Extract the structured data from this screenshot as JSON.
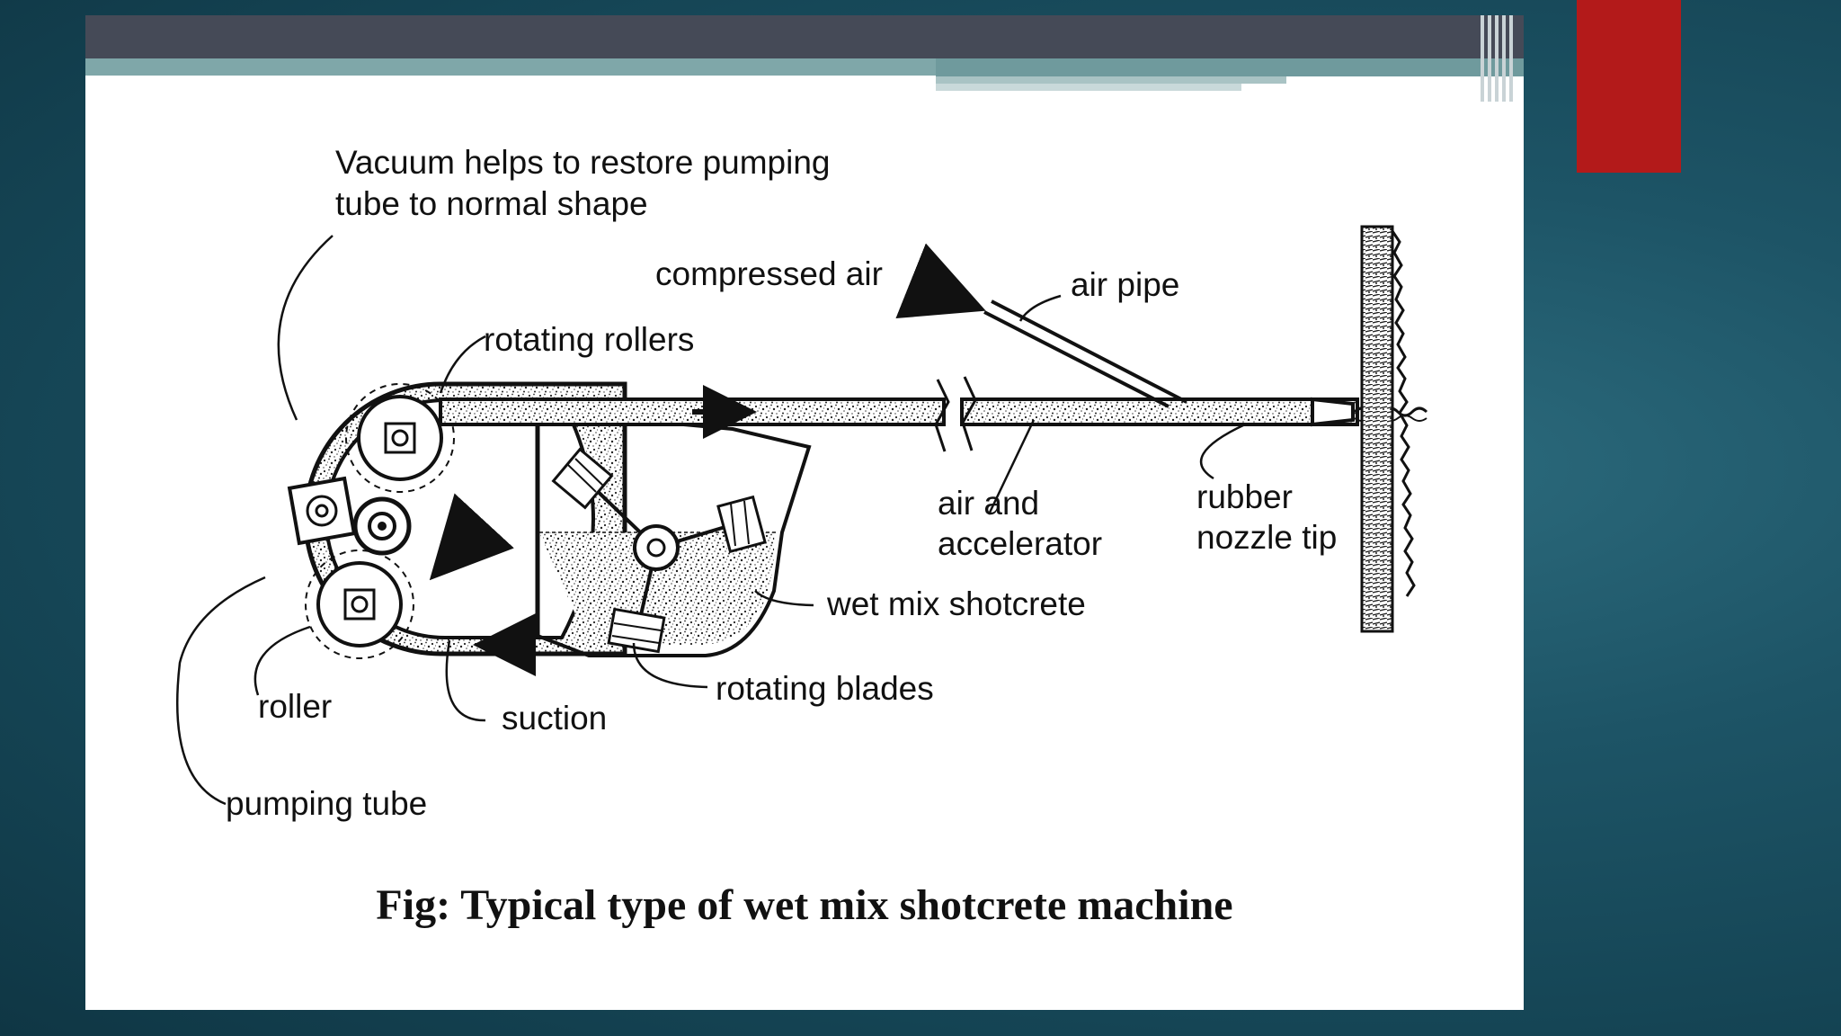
{
  "diagram": {
    "labels": {
      "vacuum_line1": "Vacuum helps to restore pumping",
      "vacuum_line2": "tube to normal shape",
      "compressed_air": "compressed air",
      "air_pipe": "air pipe",
      "rotating_rollers": "rotating rollers",
      "air_and": "air and",
      "accelerator": "accelerator",
      "rubber": "rubber",
      "nozzle_tip": "nozzle tip",
      "wet_mix_shotcrete": "wet mix shotcrete",
      "roller": "roller",
      "suction": "suction",
      "rotating_blades": "rotating blades",
      "pumping_tube": "pumping tube"
    },
    "caption": "Fig: Typical type of wet mix shotcrete machine"
  },
  "colors": {
    "background": "#1d5466",
    "slide": "#ffffff",
    "top_bar": "#454a57",
    "teal_band": "#7fa7a9",
    "accent_red": "#b31a1a",
    "ink": "#111111"
  }
}
